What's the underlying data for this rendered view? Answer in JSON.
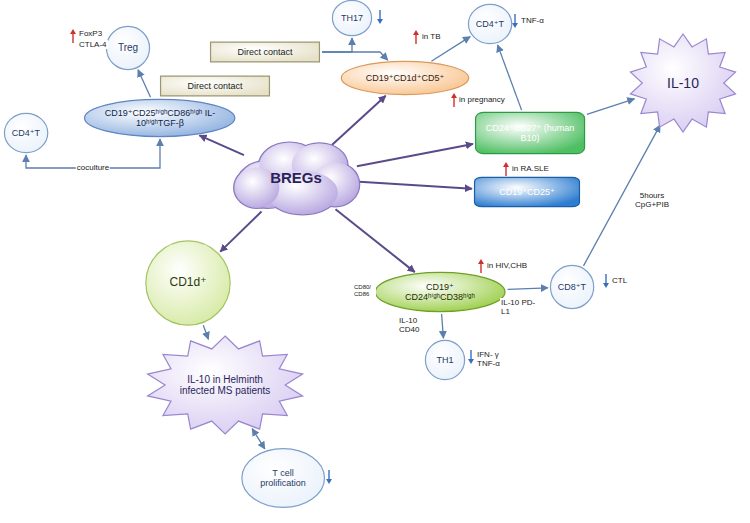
{
  "diagram": {
    "nodes": [
      {
        "text": [
          "BREGs"
        ]
      },
      {
        "text": [
          "Treg"
        ]
      },
      {
        "text": [
          "CD4⁺T"
        ]
      },
      {
        "text": [
          "CD19⁺CD25ʰⁱᵍʰCD86ʰⁱᵍʰ IL-10ʰⁱᵍʰTGF-β"
        ]
      },
      {
        "text": [
          "TH17"
        ]
      },
      {
        "text": [
          "CD4⁺T"
        ]
      },
      {
        "text": [
          "CD19⁺CD1d⁺CD5⁺"
        ]
      },
      {
        "text": [
          "Direct contact"
        ]
      },
      {
        "text": [
          "Direct contact"
        ]
      },
      {
        "text": [
          "CD24⁺CD27⁺ (human B10)"
        ]
      },
      {
        "text": [
          "IL-10"
        ]
      },
      {
        "text": [
          "CD19⁺CD25⁺"
        ]
      },
      {
        "text": [
          "CD1d⁺"
        ]
      },
      {
        "text": [
          "CD19⁺ CD24ʰⁱᵍʰCD38ʰⁱᵍʰ"
        ]
      },
      {
        "text": [
          "CD8⁺T"
        ]
      },
      {
        "text": [
          "TH1"
        ]
      },
      {
        "text": [
          "IL-10 in Helminth infected MS patients"
        ]
      },
      {
        "text": [
          "T cell prolification"
        ]
      }
    ],
    "edges": [
      {
        "from": 0,
        "to": 3,
        "arrow": "to"
      },
      {
        "from": 0,
        "to": 6,
        "arrow": "to"
      },
      {
        "from": 0,
        "to": 9,
        "arrow": "to"
      },
      {
        "from": 0,
        "to": 11,
        "arrow": "to"
      },
      {
        "from": 0,
        "to": 13,
        "arrow": "to"
      },
      {
        "from": 0,
        "to": 12,
        "arrow": "to"
      },
      {
        "from": 3,
        "to": 1,
        "arrow": "to"
      },
      {
        "from": 2,
        "to": 3,
        "label": "coculture",
        "arrow": "both"
      },
      {
        "from": 7,
        "to": 4,
        "arrow": "to"
      },
      {
        "from": 7,
        "to": 6,
        "arrow": "to"
      },
      {
        "from": 6,
        "to": 5,
        "arrow": "to"
      },
      {
        "from": 9,
        "to": 5,
        "arrow": "to"
      },
      {
        "from": 9,
        "to": 10,
        "arrow": "to"
      },
      {
        "from": 14,
        "to": 10,
        "label": "5hours CpG+PIB",
        "arrow": "to"
      },
      {
        "from": 13,
        "to": 14,
        "arrow": "to"
      },
      {
        "from": 13,
        "to": 15,
        "arrow": "to"
      },
      {
        "from": 12,
        "to": 16,
        "arrow": "to"
      },
      {
        "from": 16,
        "to": 17,
        "arrow": "both"
      }
    ],
    "labels": [
      "FoxP3",
      "CTLA-4",
      "in TB",
      "TNF-α",
      "in pregnancy",
      "in RA.SLE",
      "in HIV,CHB",
      "IL-10 PD-L1",
      "CTL",
      "CD80/ CD86",
      "IL-10 CD40",
      "IFN- γ TNF-α"
    ]
  }
}
